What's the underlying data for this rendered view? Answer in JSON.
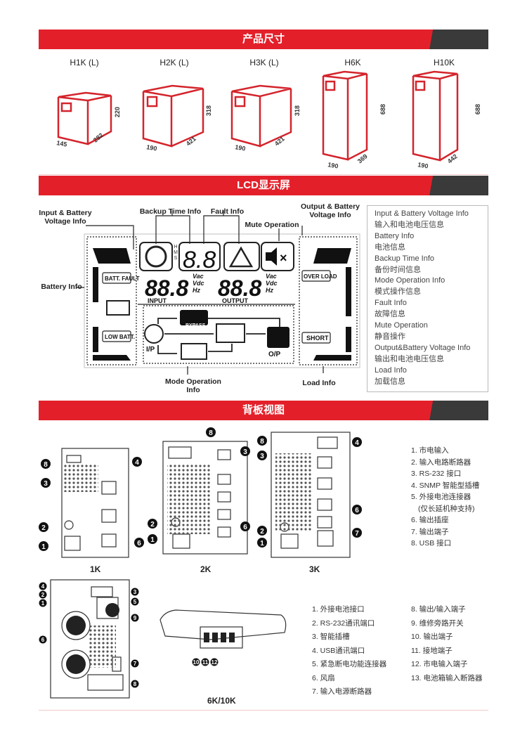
{
  "sections": {
    "dimensions": "产品尺寸",
    "lcd": "LCD显示屏",
    "rear": "背板视图"
  },
  "models": [
    {
      "name": "H1K (L)",
      "width": "145",
      "depth": "282",
      "height": "220"
    },
    {
      "name": "H2K (L)",
      "width": "190",
      "depth": "421",
      "height": "318"
    },
    {
      "name": "H3K (L)",
      "width": "190",
      "depth": "421",
      "height": "318"
    },
    {
      "name": "H6K",
      "width": "190",
      "depth": "369",
      "height": "688"
    },
    {
      "name": "H10K",
      "width": "190",
      "depth": "442",
      "height": "688"
    }
  ],
  "lcd": {
    "callouts": {
      "input_batt": "Input & Battery Voltage Info",
      "backup": "Backup Time Info",
      "fault": "Fault Info",
      "mute": "Mute Operation",
      "output_batt": "Output & Battery Voltage Info",
      "battery": "Battery Info",
      "mode": "Mode Operation Info",
      "load": "Load Info"
    },
    "screen": {
      "batt_fault": "BATT. FAULT",
      "low_batt": "LOW BATT.",
      "over_load": "OVER LOAD",
      "short": "SHORT",
      "digits2": "8.8",
      "digits3": "88.8",
      "units": "Vac Vdc Hz",
      "input": "INPUT",
      "output": "OUTPUT",
      "bypass": "BYPASS",
      "ip": "I/P",
      "op": "O/P",
      "hms": "HMS"
    },
    "legend": [
      "Input & Battery Voltage Info",
      "输入和电池电压信息",
      "Battery Info",
      "电池信息",
      "Backup Time Info",
      "备份时间信息",
      "Mode Operation Info",
      "模式操作信息",
      "Fault Info",
      "故障信息",
      "Mute Operation",
      "静音操作",
      "Output&Battery Voltage Info",
      "输出和电池电压信息",
      "Load Info",
      "加载信息"
    ]
  },
  "rear": {
    "captions": [
      "1K",
      "2K",
      "3K",
      "6K/10K"
    ],
    "small_legend": [
      "1. 市电输入",
      "2. 输入电路断路器",
      "3. RS-232 接口",
      "4. SNMP 智能型插槽",
      "5. 外接电池连接器",
      "   (仅长延机种支持)",
      "6. 输出插座",
      "7. 输出端子",
      "8. USB 接口"
    ],
    "large_legend_left": [
      "1. 外接电池接口",
      "2. RS-232通讯端口",
      "3. 智能插槽",
      "4. USB通讯端口",
      "5. 紧急断电功能连接器",
      "6. 风扇",
      "7. 输入电源断路器"
    ],
    "large_legend_right": [
      "8. 输出/输入端子",
      "9. 维修旁路开关",
      "10. 输出端子",
      "11. 接地端子",
      "12. 市电输入端子",
      "13. 电池箱输入断路器"
    ],
    "markers_1k": [
      "8",
      "3",
      "4",
      "2",
      "6",
      "1"
    ],
    "markers_2k": [
      "8",
      "3",
      "2",
      "1",
      "6"
    ],
    "markers_3k": [
      "8",
      "3",
      "4",
      "6",
      "2",
      "1",
      "7"
    ],
    "markers_6k": [
      "4",
      "2",
      "1",
      "3",
      "5",
      "9",
      "6",
      "7",
      "8"
    ],
    "markers_term": [
      "10",
      "11",
      "12"
    ]
  },
  "colors": {
    "accent": "#e3202a",
    "dark": "#3a3a3a"
  }
}
